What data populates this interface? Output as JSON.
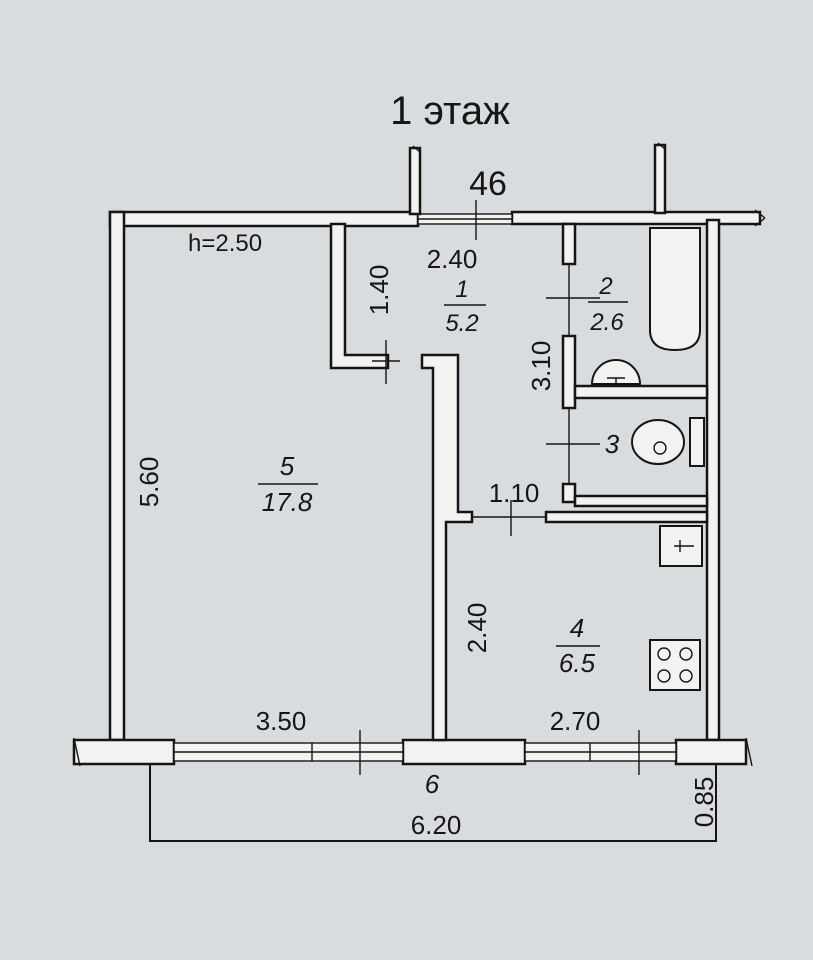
{
  "plan": {
    "floor_title": "1 этаж",
    "apartment_number": "46",
    "ceiling_height": "h=2.50",
    "rooms": [
      {
        "id": "1",
        "area": "5.2"
      },
      {
        "id": "2",
        "area": "2.6"
      },
      {
        "id": "3"
      },
      {
        "id": "4",
        "area": "6.5"
      },
      {
        "id": "5",
        "area": "17.8"
      },
      {
        "id": "6"
      }
    ],
    "dimensions": {
      "hall_width": "2.40",
      "hall_niche": "1.40",
      "bath_wall": "3.10",
      "corridor_width": "1.10",
      "kitchen_wall": "2.40",
      "living_height": "5.60",
      "living_width": "3.50",
      "kitchen_width": "2.70",
      "balcony_length": "6.20",
      "balcony_depth": "0.85"
    },
    "colors": {
      "paper": "#d9dcde",
      "wall_fill": "#f2f2f0",
      "ink": "#151515"
    },
    "icons": [
      "bathtub-icon",
      "sink-icon",
      "toilet-icon",
      "stove-icon",
      "kitchen-sink-icon"
    ]
  }
}
